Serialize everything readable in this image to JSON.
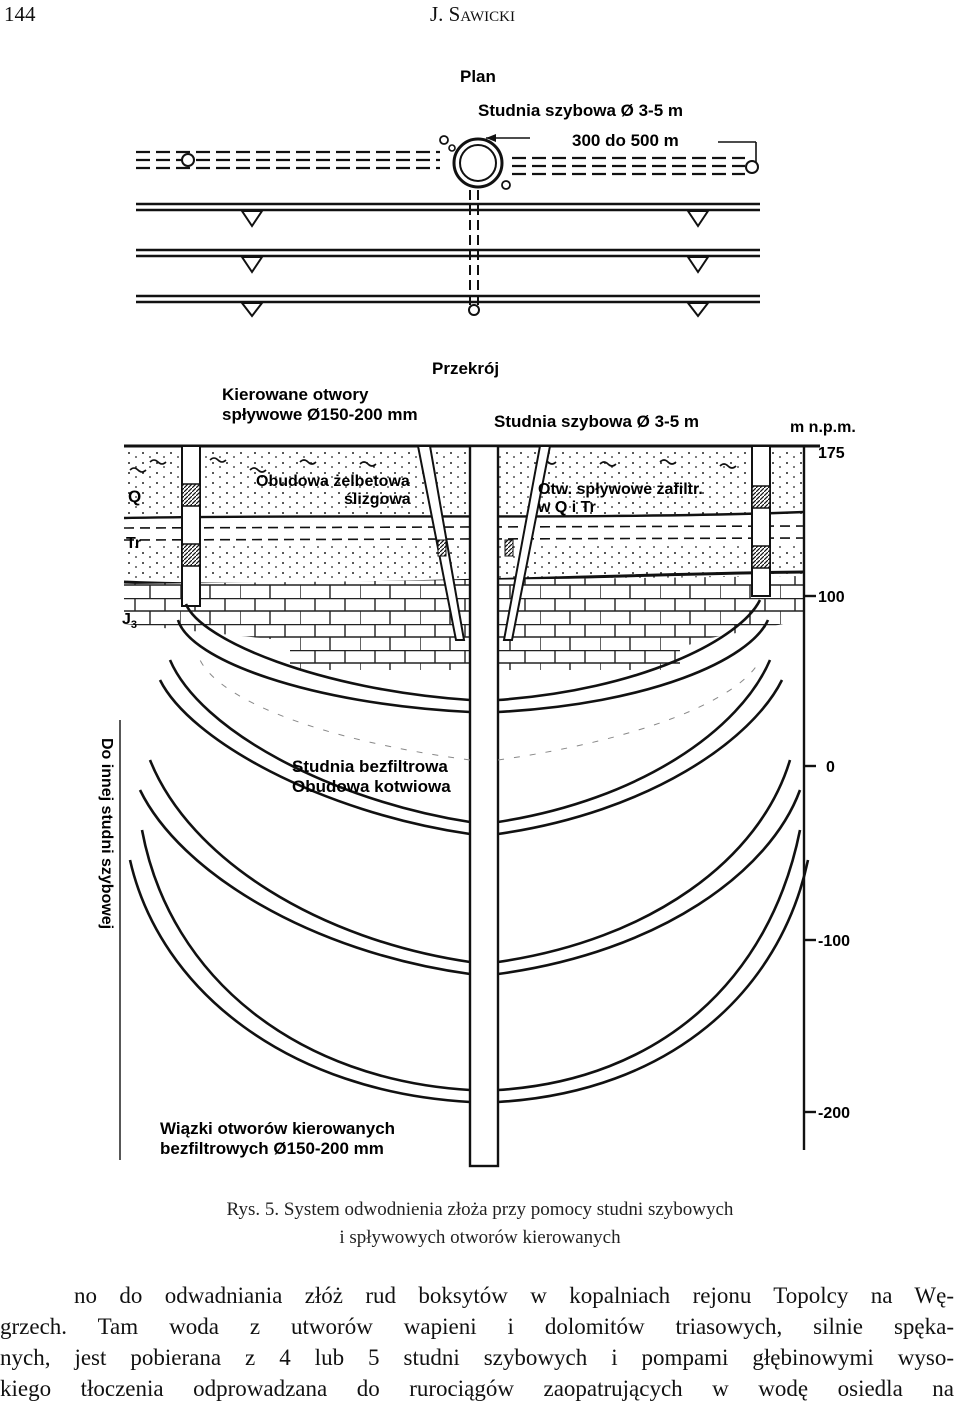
{
  "header": {
    "page_number": "144",
    "author": "J. Sawicki"
  },
  "figure": {
    "plan_title": "Plan",
    "plan_shaft_label": "Studnia szybowa Ø 3-5 m",
    "plan_distance_label": "300 do 500 m",
    "section_title": "Przekrój",
    "directed_holes_label_1": "Kierowane otwory",
    "directed_holes_label_2": "spływowe Ø150-200 mm",
    "section_shaft_label": "Studnia szybowa Ø 3-5 m",
    "elevation_unit": "m n.p.m.",
    "lining_label_1": "Obudowa żelbetowa",
    "lining_label_2": "ślizgowa",
    "drain_label_1": "Otw. spływowe zafiltr.",
    "drain_label_2": "w Q i Tr",
    "layer_q": "Q",
    "layer_tr": "Tr",
    "layer_j3": "J",
    "layer_j3_sub": "3",
    "vertical_label": "Do innej studni szybowej",
    "unfiltered_label_1": "Studnia bezfiltrowa",
    "unfiltered_label_2": "Obudowa kotwiowa",
    "bundles_label_1": "Wiązki otworów kierowanych",
    "bundles_label_2": "bezfiltrowych Ø150-200 mm",
    "elev_175": "175",
    "elev_100": "100",
    "elev_0": "0",
    "elev_m100": "-100",
    "elev_m200": "-200"
  },
  "caption": {
    "line1": "Rys. 5. System odwodnienia złoża przy pomocy studni szybowych",
    "line2": "i spływowych otworów kierowanych"
  },
  "body": {
    "line1": "no do odwadniania złóż rud boksytów w kopalniach rejonu Topolcy na Wę-",
    "line2": "grzech. Tam woda z utworów wapieni i dolomitów triasowych, silnie spęka-",
    "line3": "nych, jest pobierana z 4 lub 5 studni szybowych i pompami głębinowymi wyso-",
    "line4": "kiego tłoczenia odprowadzana do rurociągów zaopatrujących w wodę osiedla na"
  }
}
